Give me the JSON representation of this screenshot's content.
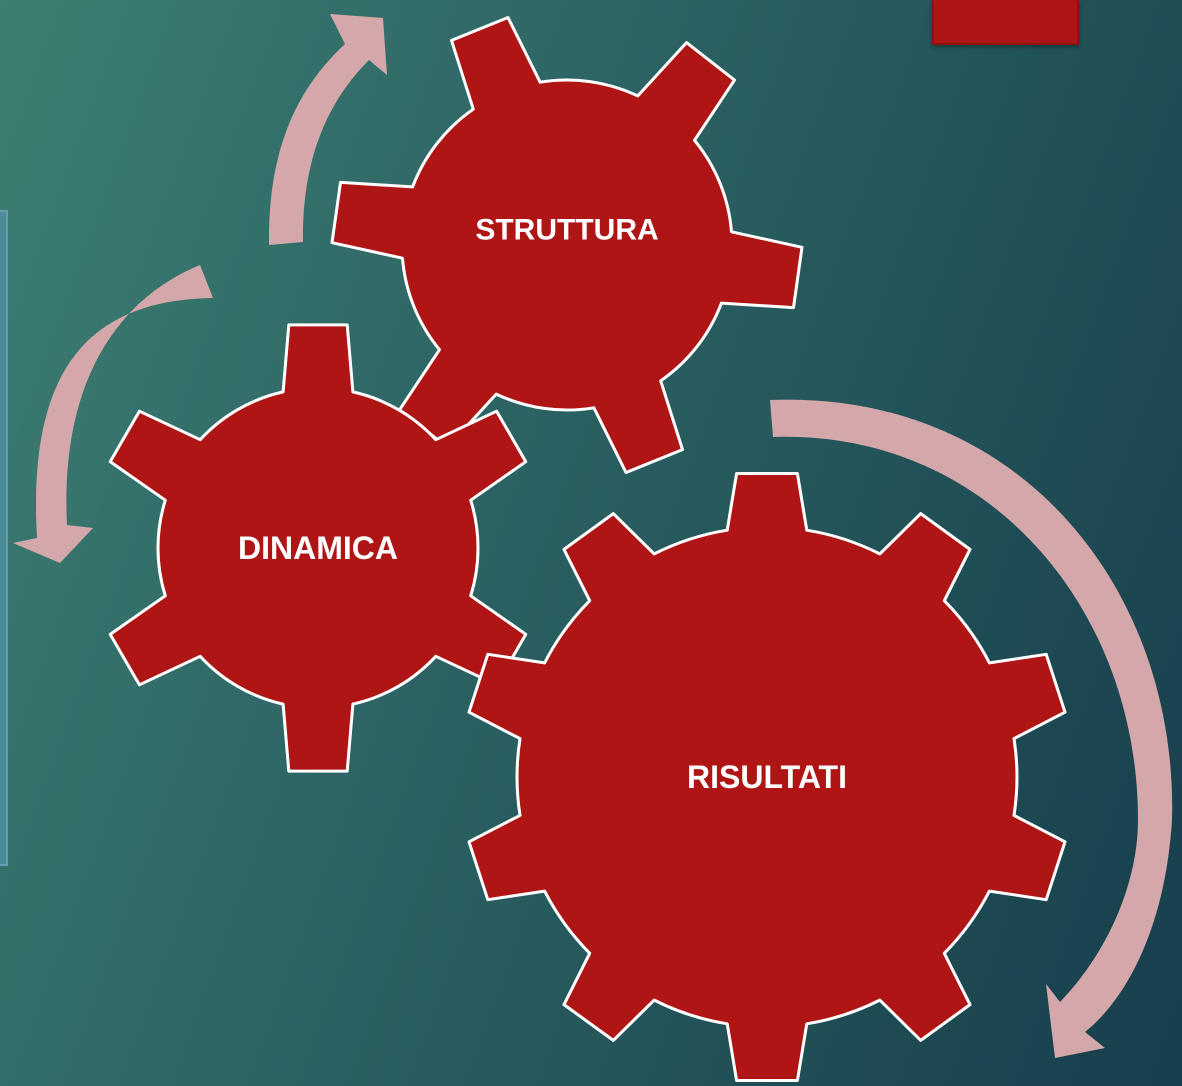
{
  "colors": {
    "gear_fill": "#b01515",
    "gear_stroke": "#ffffff",
    "arrow_fill": "#d4a8aa",
    "accent": "#b01515",
    "side_panel": "#4a8c98"
  },
  "diagram": {
    "gears": [
      {
        "id": "struttura",
        "label": "STRUTTURA"
      },
      {
        "id": "dinamica",
        "label": "DINAMICA"
      },
      {
        "id": "risultati",
        "label": "RISULTATI"
      }
    ],
    "arrows": [
      {
        "id": "arrow-up",
        "icon": "curved-arrow-icon"
      },
      {
        "id": "arrow-left-down",
        "icon": "curved-arrow-icon"
      },
      {
        "id": "arrow-right-down",
        "icon": "curved-arrow-icon"
      }
    ]
  }
}
